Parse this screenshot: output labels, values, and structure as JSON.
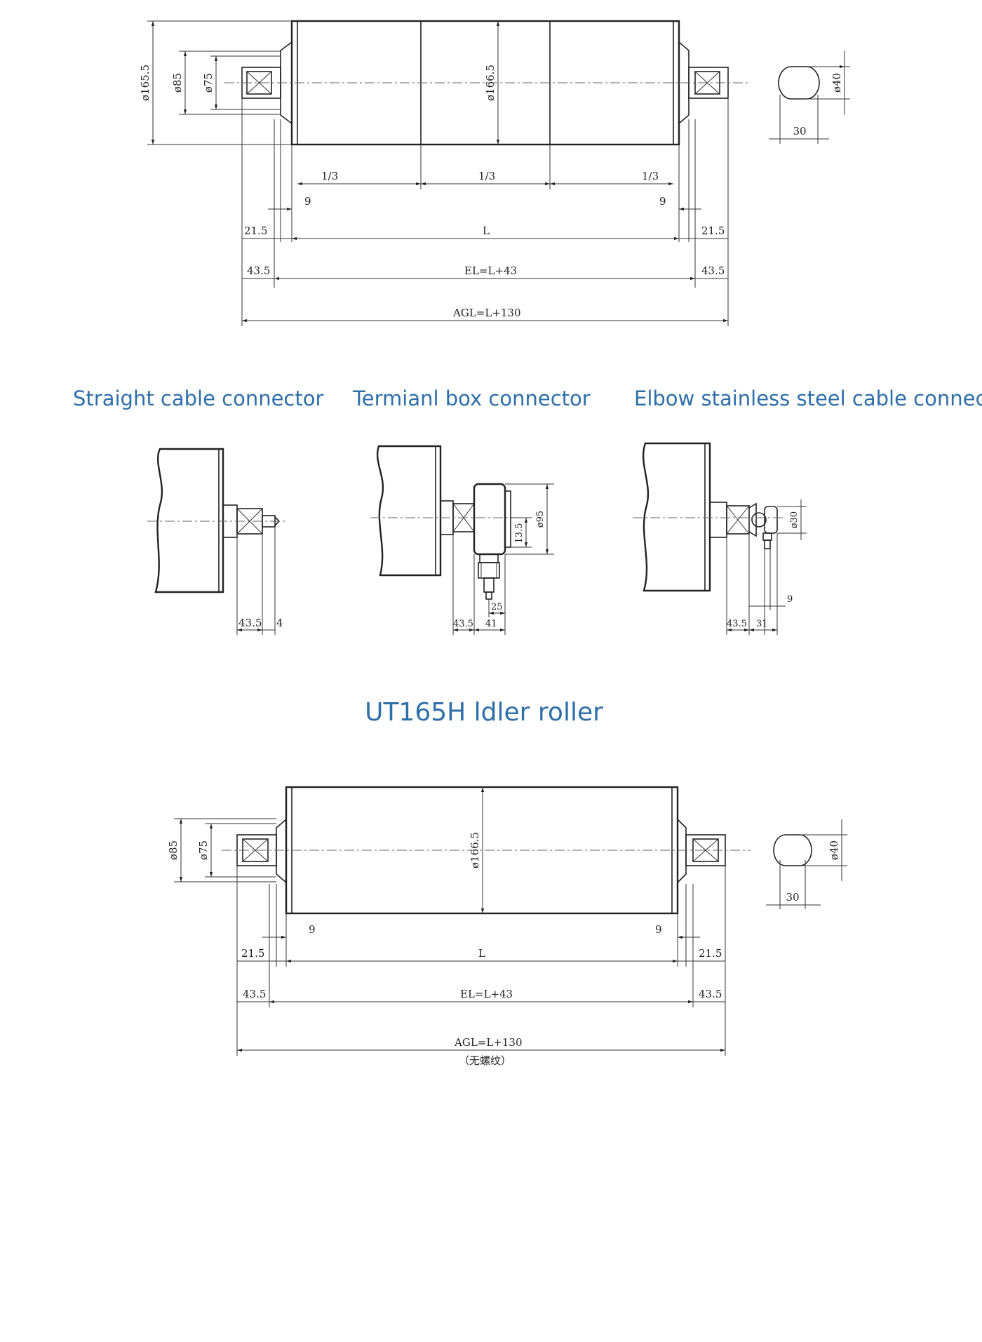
{
  "captions": {
    "straight": "Straight cable connector",
    "terminal": "Termianl box connector",
    "elbow": "Elbow stainless steel cable connector"
  },
  "title": "UT165H ldler roller",
  "top_drawing": {
    "d_outer": "ø165.5",
    "d_85": "ø85",
    "d_75": "ø75",
    "d_tube": "ø166.5",
    "d_40": "ø40",
    "w_30": "30",
    "third": "1/3",
    "nine": "9",
    "d215": "21.5",
    "L": "L",
    "d435": "43.5",
    "EL": "EL=L+43",
    "AGL": "AGL=L+130"
  },
  "connectors": {
    "straight": {
      "d435": "43.5",
      "d4": "4"
    },
    "terminal": {
      "d95": "ø95",
      "d135": "13.5",
      "d25": "25",
      "d435": "43.5",
      "d41": "41"
    },
    "elbow": {
      "d30": "ø30",
      "d9": "9",
      "d435": "43.5",
      "d31": "31"
    }
  },
  "bottom_drawing": {
    "d_85": "ø85",
    "d_75": "ø75",
    "d_tube": "ø166.5",
    "d_40": "ø40",
    "w_30": "30",
    "nine": "9",
    "d215": "21.5",
    "L": "L",
    "d435": "43.5",
    "EL": "EL=L+43",
    "AGL": "AGL=L+130",
    "note": "（无螺纹）"
  }
}
